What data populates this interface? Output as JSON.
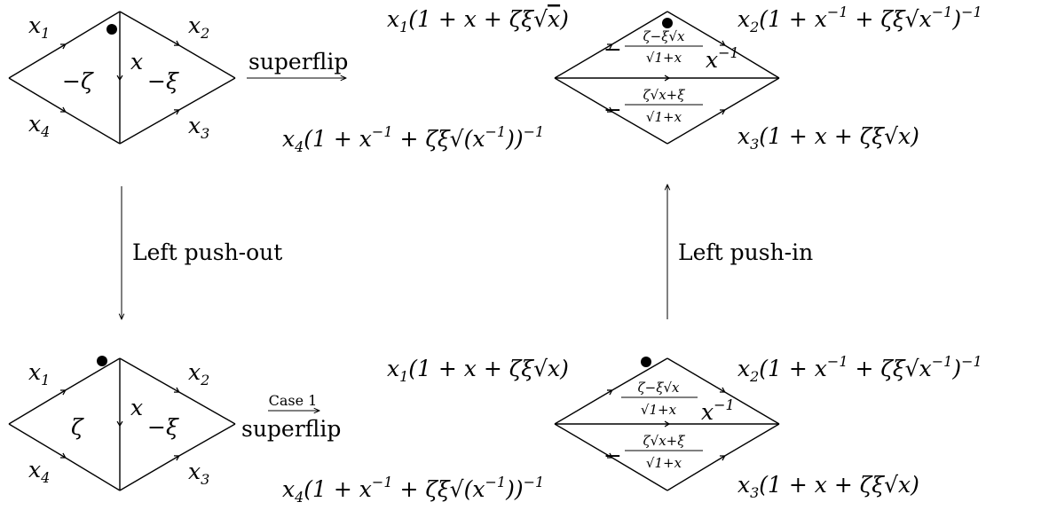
{
  "top_left": {
    "x1": "x",
    "x1_sub": "1",
    "x2": "x",
    "x2_sub": "2",
    "x3": "x",
    "x3_sub": "3",
    "x4": "x",
    "x4_sub": "4",
    "left_face": "−ζ",
    "right_face": "−ξ",
    "diag": "x"
  },
  "arrow_top": {
    "label": "superflip"
  },
  "top_right": {
    "x1_main": "x",
    "x1_sub": "1",
    "x1_rest": "(1 + x + ζξ",
    "x1_rad": "x",
    "x1_close": ")",
    "x2_main": "x",
    "x2_sub": "2",
    "x2_rest": "(1 + x",
    "x2_exp": "−1",
    "x2_mid": " + ζξ",
    "x2_rad": "x",
    "x2_radexp": "−1",
    "x2_close": ")",
    "x2_outexp": "−1",
    "x3_main": "x",
    "x3_sub": "3",
    "x3_rest": "(1 + x + ζξ",
    "x3_rad": "x",
    "x3_close": ")",
    "x4_main": "x",
    "x4_sub": "4",
    "x4_rest": "(1 + x",
    "x4_exp": "−1",
    "x4_mid": " + ζξ",
    "x4_rad": "(x",
    "x4_radexp": "−1",
    "x4_close": "))",
    "x4_outexp": "−1",
    "upper_sign": "−",
    "upper_num": "ζ−ξ√x",
    "upper_den": "√1+x",
    "lower_sign": "−",
    "lower_num": "ζ√x+ξ",
    "lower_den": "√1+x",
    "diag": "x",
    "diag_exp": "−1"
  },
  "arrow_left": {
    "label": "Left push-out"
  },
  "arrow_right": {
    "label": "Left push-in"
  },
  "bottom_left": {
    "x1": "x",
    "x1_sub": "1",
    "x2": "x",
    "x2_sub": "2",
    "x3": "x",
    "x3_sub": "3",
    "x4": "x",
    "x4_sub": "4",
    "left_face": "ζ",
    "right_face": "−ξ",
    "diag": "x"
  },
  "arrow_bottom": {
    "over": "Case 1",
    "label": "superflip"
  },
  "bottom_right": {
    "x1_main": "x",
    "x1_sub": "1",
    "x1_rest": "(1 + x + ζξ",
    "x1_rad": "x",
    "x1_close": ")",
    "x2_main": "x",
    "x2_sub": "2",
    "x2_rest": "(1 + x",
    "x2_exp": "−1",
    "x2_mid": " + ζξ",
    "x2_rad": "x",
    "x2_radexp": "−1",
    "x2_close": ")",
    "x2_outexp": "−1",
    "x3_main": "x",
    "x3_sub": "3",
    "x3_rest": "(1 + x + ζξ",
    "x3_rad": "x",
    "x3_close": ")",
    "x4_main": "x",
    "x4_sub": "4",
    "x4_rest": "(1 + x",
    "x4_exp": "−1",
    "x4_mid": " + ζξ",
    "x4_rad": "(x",
    "x4_radexp": "−1",
    "x4_close": "))",
    "x4_outexp": "−1",
    "upper_sign": "",
    "upper_num": "ζ−ξ√x",
    "upper_den": "√1+x",
    "lower_sign": "−",
    "lower_num": "ζ√x+ξ",
    "lower_den": "√1+x",
    "diag": "x",
    "diag_exp": "−1"
  }
}
